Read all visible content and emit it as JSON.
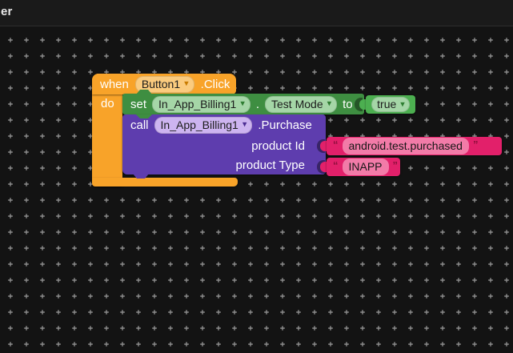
{
  "header": {
    "title": "er"
  },
  "icons": {
    "dropdown_arrow": "▾"
  },
  "colors": {
    "event_orange": "#F8A329",
    "setter_green": "#3E8E41",
    "logic_green": "#4CAF50",
    "call_purple": "#5E3DAE",
    "text_pink": "#E2206A",
    "grid_plus": "#8d8d8d",
    "canvas_bg": "#131313"
  },
  "blocks": {
    "when": {
      "keyword": "when",
      "component": "Button1",
      "event": ".Click",
      "do_label": "do"
    },
    "set": {
      "keyword": "set",
      "component": "In_App_Billing1",
      "separator": ".",
      "property": "Test Mode",
      "to_label": "to"
    },
    "true_value": {
      "label": "true"
    },
    "call": {
      "keyword": "call",
      "component": "In_App_Billing1",
      "method": ".Purchase",
      "params": {
        "product_id": "product Id",
        "product_type": "product Type"
      }
    },
    "strings": {
      "product_id": {
        "open": "“",
        "value": "android.test.purchased",
        "close": "”"
      },
      "product_type": {
        "open": "“",
        "value": "INAPP",
        "close": "”"
      }
    }
  }
}
